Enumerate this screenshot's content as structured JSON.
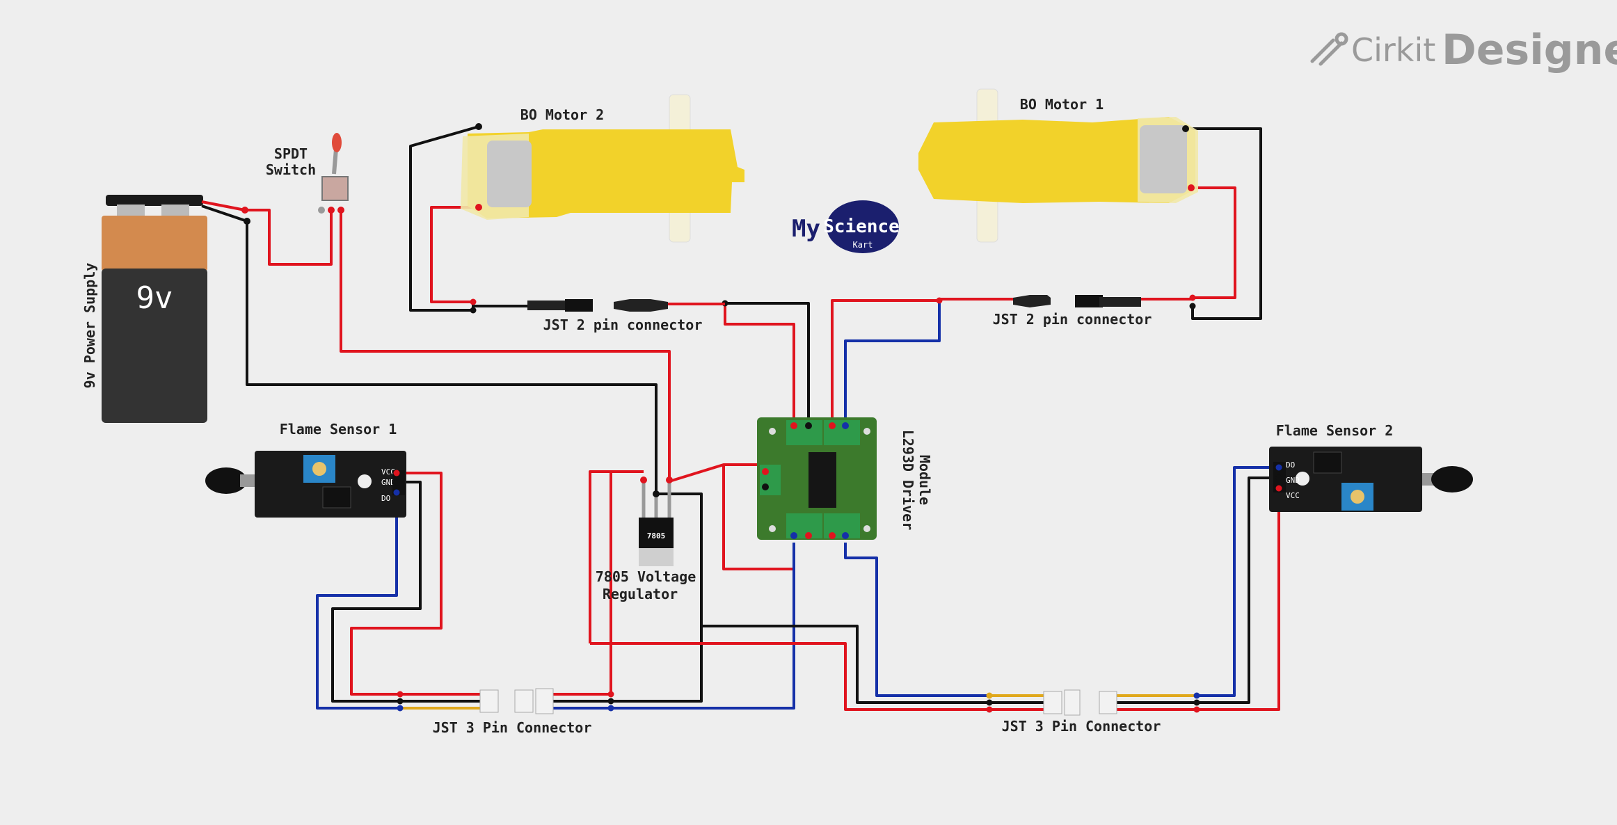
{
  "brand": {
    "name_part1": "Cirkit",
    "name_part2": "Designer"
  },
  "watermark": {
    "line1": "My",
    "line2": "Science",
    "line3": "Kart"
  },
  "components": {
    "battery": {
      "label": "9v Power Supply",
      "face_text": "9v"
    },
    "switch": {
      "label_line1": "SPDT",
      "label_line2": "Switch"
    },
    "motor2": {
      "label": "BO Motor 2"
    },
    "motor1": {
      "label": "BO Motor 1"
    },
    "jst2_left": {
      "label": "JST 2 pin connector"
    },
    "jst2_right": {
      "label": "JST 2 pin connector"
    },
    "driver": {
      "label_line1": "L293D Driver",
      "label_line2": "Module"
    },
    "regulator": {
      "label_line1": "7805 Voltage",
      "label_line2": "Regulator",
      "chip_text": "7805"
    },
    "flame1": {
      "label": "Flame Sensor 1",
      "pin_vcc": "VCC",
      "pin_gnd": "GND",
      "pin_do": "DO"
    },
    "flame2": {
      "label": "Flame Sensor 2",
      "pin_vcc": "VCC",
      "pin_gnd": "GND",
      "pin_do": "DO"
    },
    "jst3_left": {
      "label": "JST 3 Pin Connector"
    },
    "jst3_right": {
      "label": "JST 3 Pin Connector"
    }
  },
  "colors": {
    "background": "#eeeeee",
    "wire_red": "#e0141e",
    "wire_black": "#111111",
    "wire_blue": "#1530a8",
    "wire_yellow": "#e0a81c",
    "motor_yellow": "#f2d22a",
    "pcb_green": "#3c7a2c",
    "terminal_green": "#2e9a4a",
    "battery_orange": "#d38a4e",
    "battery_dark": "#333333"
  }
}
